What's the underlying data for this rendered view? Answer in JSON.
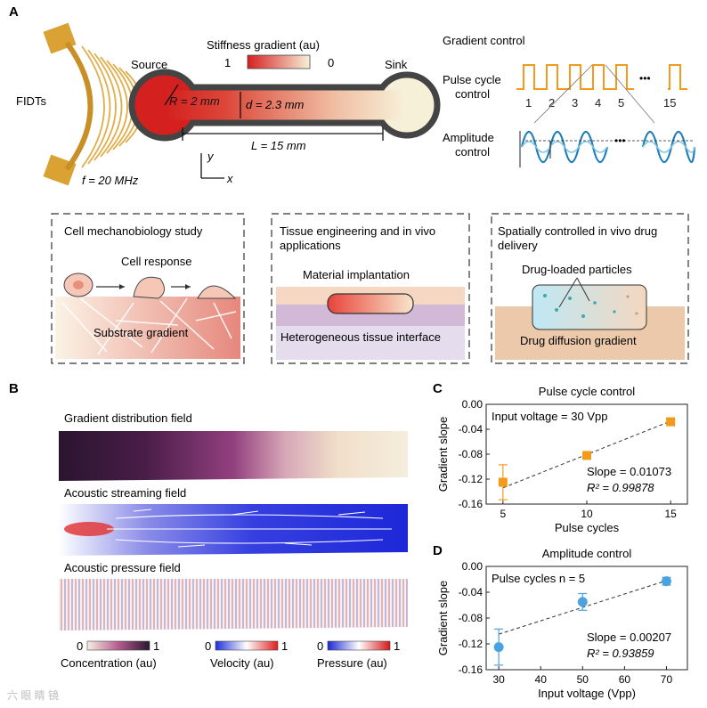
{
  "panel_labels": {
    "a": "A",
    "b": "B",
    "c": "C",
    "d": "D"
  },
  "top": {
    "fidts": "FIDTs",
    "frequency": "f = 20 MHz",
    "source": "Source",
    "sink": "Sink",
    "stiffness_title": "Stiffness gradient (au)",
    "stiffness_max": "1",
    "stiffness_min": "0",
    "radius": "R = 2 mm",
    "depth": "d = 2.3 mm",
    "length": "L = 15 mm",
    "axis_y": "y",
    "axis_x": "x"
  },
  "gradient_control": {
    "title": "Gradient control",
    "pulse_label_1": "Pulse cycle",
    "pulse_label_2": "control",
    "pulse_numbers": [
      "1",
      "2",
      "3",
      "4",
      "5",
      "15"
    ],
    "ellipsis": "•••",
    "amplitude_label_1": "Amplitude",
    "amplitude_label_2": "control"
  },
  "boxes": [
    {
      "title_1": "Cell mechanobiology study",
      "title_2": "",
      "label_a": "Cell response",
      "label_b": "Substrate gradient"
    },
    {
      "title_1": "Tissue engineering and in vivo",
      "title_2": "applications",
      "label_a": "Material implantation",
      "label_b": "Heterogeneous tissue interface"
    },
    {
      "title_1": "Spatially controlled in vivo drug",
      "title_2": "delivery",
      "label_a": "Drug-loaded particles",
      "label_b": "Drug diffusion gradient"
    }
  ],
  "fields": {
    "gradient": "Gradient distribution field",
    "streaming": "Acoustic streaming field",
    "pressure": "Acoustic pressure field"
  },
  "colorbars": [
    {
      "min": "0",
      "max": "1",
      "label": "Concentration (au)"
    },
    {
      "min": "0",
      "max": "1",
      "label": "Velocity (au)"
    },
    {
      "min": "0",
      "max": "1",
      "label": "Pressure (au)"
    }
  ],
  "watermark": "六 眼 睛 镜",
  "colors": {
    "accent_red": "#d42a26",
    "orange": "#f29a1c",
    "blue": "#4aa3df",
    "navy": "#1a237e"
  },
  "chart_data": [
    {
      "type": "scatter",
      "title": "Pulse cycle control",
      "xlabel": "Pulse cycles",
      "ylabel": "Gradient slope",
      "x": [
        5,
        10,
        15
      ],
      "y": [
        -0.125,
        -0.082,
        -0.028
      ],
      "err": [
        0.028,
        0.004,
        0.004
      ],
      "xlim": [
        4,
        16
      ],
      "ylim": [
        -0.16,
        0.0
      ],
      "xticks": [
        5,
        10,
        15
      ],
      "yticks": [
        0.0,
        -0.04,
        -0.08,
        -0.12,
        -0.16
      ],
      "ytick_labels": [
        "0.00",
        "-0.04",
        "-0.08",
        "-0.12",
        "-0.16"
      ],
      "fit": {
        "x": [
          5,
          15
        ],
        "y": [
          -0.134,
          -0.027
        ]
      },
      "annotations": [
        "Input voltage = 30 Vpp",
        "Slope = 0.01073",
        "R² = 0.99878"
      ],
      "marker": "square",
      "color": "#f29a1c"
    },
    {
      "type": "scatter",
      "title": "Amplitude control",
      "xlabel": "Input voltage (Vpp)",
      "ylabel": "Gradient slope",
      "x": [
        30,
        50,
        70
      ],
      "y": [
        -0.125,
        -0.055,
        -0.023
      ],
      "err": [
        0.028,
        0.013,
        0.006
      ],
      "xlim": [
        27,
        75
      ],
      "ylim": [
        -0.16,
        0.0
      ],
      "xticks": [
        30,
        40,
        50,
        60,
        70
      ],
      "yticks": [
        0.0,
        -0.04,
        -0.08,
        -0.12,
        -0.16
      ],
      "ytick_labels": [
        "0.00",
        "-0.04",
        "-0.08",
        "-0.12",
        "-0.16"
      ],
      "fit": {
        "x": [
          30,
          70
        ],
        "y": [
          -0.105,
          -0.022
        ]
      },
      "annotations": [
        "Pulse cycles n = 5",
        "Slope = 0.00207",
        "R² = 0.93859"
      ],
      "marker": "circle",
      "color": "#4aa3df"
    }
  ]
}
